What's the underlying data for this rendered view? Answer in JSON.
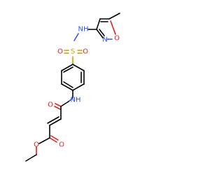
{
  "molecule": {
    "atoms": {
      "o_isoxazole": "O",
      "n_isoxazole": "N",
      "nh_sulfonamide": "NH",
      "s_sulfonyl": "S",
      "o_sulfonyl_left": "O",
      "o_sulfonyl_right": "O",
      "nh_amide": "NH",
      "o_amide": "O",
      "o_ester_carbonyl": "O",
      "o_ester_ether": "O"
    },
    "colors": {
      "carbon_bond": "#000000",
      "oxygen": "#e02020",
      "nitrogen": "#3050f8",
      "sulfur": "#c8a000"
    }
  }
}
